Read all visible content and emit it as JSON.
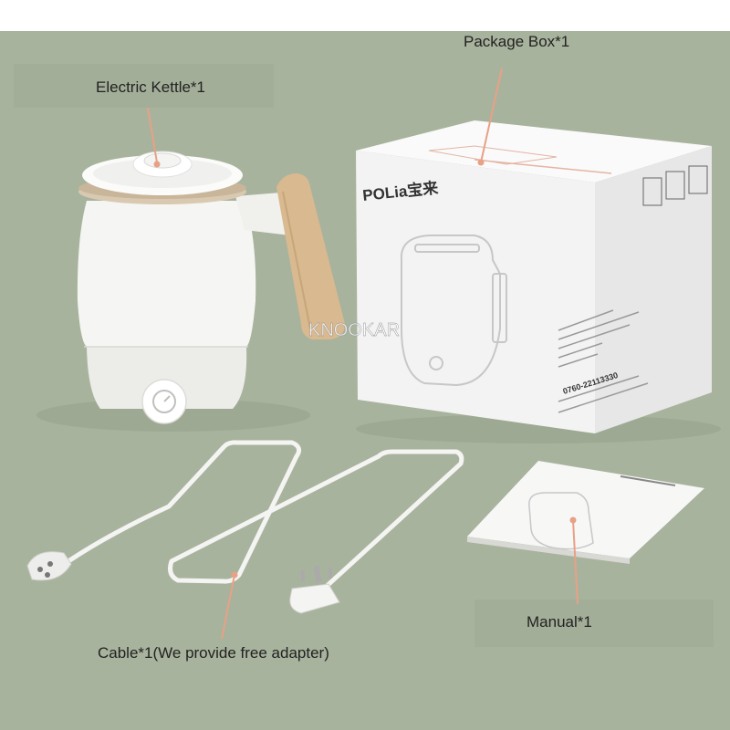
{
  "labels": {
    "kettle": "Electric Kettle*1",
    "box": "Package Box*1",
    "cable": "Cable*1(We provide free adapter)",
    "manual": "Manual*1"
  },
  "box_print": {
    "brand": "POLia宝来",
    "phone": "0760-22113330"
  },
  "watermark": "KNOOKAR",
  "colors": {
    "background": "#a8b39d",
    "pointer": "#e8a186",
    "kettle_body": "#f5f5f3",
    "handle_wood": "#d9b98f",
    "box_white": "#f3f3f3"
  }
}
